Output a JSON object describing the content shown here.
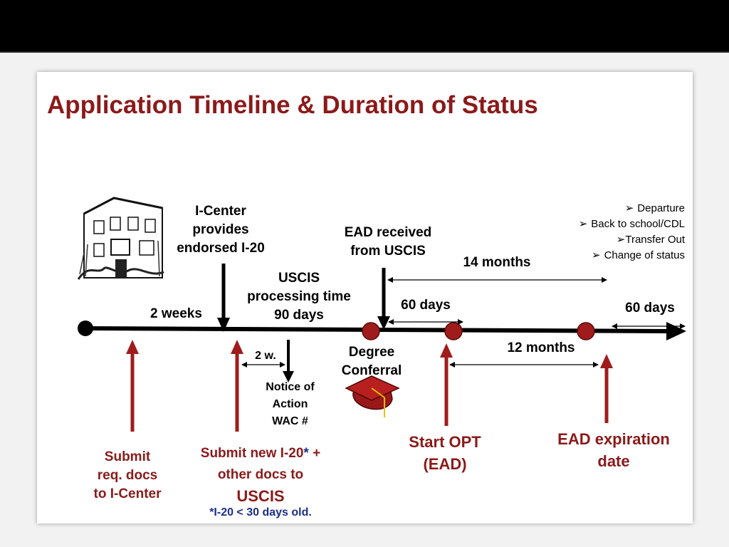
{
  "slide": {
    "title": "Application Timeline & Duration of Status"
  },
  "colors": {
    "title": "#8b1a1a",
    "marker": "#a01c1c",
    "line": "#000000",
    "footnote": "#1c2e8a"
  },
  "timeline": {
    "labels": {
      "icenter_1": "I-Center",
      "icenter_2": "provides",
      "icenter_3": "endorsed I-20",
      "ead_received_1": "EAD received",
      "ead_received_2": "from USCIS",
      "uscis_1": "USCIS",
      "uscis_2": "processing time",
      "uscis_3": "90 days",
      "two_weeks": "2 weeks",
      "sixty_days_a": "60 days",
      "sixty_days_b": "60 days",
      "fourteen_months": "14 months",
      "twelve_months": "12 months",
      "two_w": "2 w.",
      "notice_1": "Notice of",
      "notice_2": "Action",
      "notice_3": "WAC #",
      "degree_1": "Degree",
      "degree_2": "Conferral",
      "submit_req_1": "Submit",
      "submit_req_2": "req. docs",
      "submit_req_3": "to I-Center",
      "submit_new_1": "Submit new I-20",
      "submit_new_star": "*",
      "submit_new_plus": " +",
      "submit_new_2": "other docs to",
      "submit_new_3": "USCIS",
      "footnote": "*I-20 < 30 days  old.",
      "start_opt_1": "Start OPT",
      "start_opt_2": "(EAD)",
      "ead_exp_1": "EAD expiration",
      "ead_exp_2": "date"
    },
    "options": [
      {
        "bullet": "➢",
        "text": "Departure"
      },
      {
        "bullet": "➢",
        "text": "Back to school/CDL"
      },
      {
        "bullet": "➢",
        "text": "Transfer Out"
      },
      {
        "bullet": "➢",
        "text": "Change of status"
      }
    ]
  }
}
